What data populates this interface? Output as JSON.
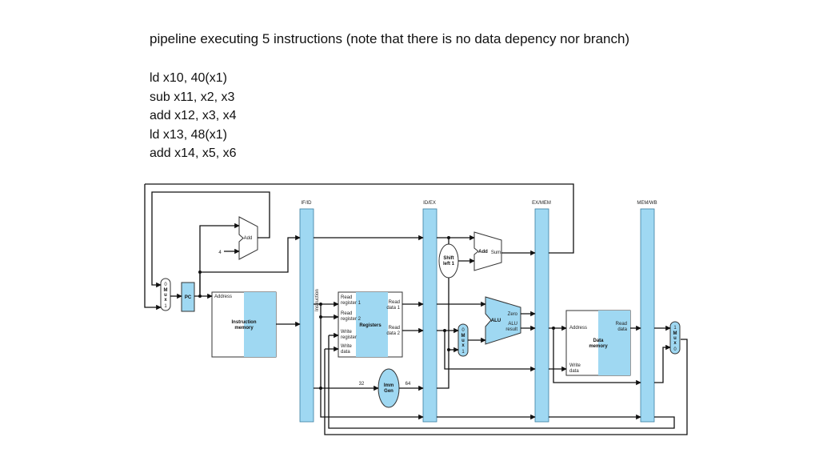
{
  "slide": {
    "title": "pipeline executing 5 instructions (note that there is no data depency nor branch)",
    "instructions": [
      "ld  x10, 40(x1)",
      "sub x11, x2, x3",
      "add x12, x3, x4",
      "ld  x13, 48(x1)",
      "add x14, x5, x6"
    ]
  },
  "diagram": {
    "pipeline_registers": [
      "IF/ID",
      "ID/EX",
      "EX/MEM",
      "MEM/WB"
    ],
    "pc": "PC",
    "add_if": "Add",
    "const_four": "4",
    "mux_if": [
      "0",
      "M",
      "u",
      "x",
      "1"
    ],
    "instr_mem": {
      "port": "Address",
      "name": [
        "Instruction",
        "memory"
      ]
    },
    "instruction_label": "Instruction",
    "regs": {
      "read1": [
        "Read",
        "register 1"
      ],
      "read2": [
        "Read",
        "register 2"
      ],
      "write_reg": [
        "Write",
        "register"
      ],
      "write_data": [
        "Write",
        "data"
      ],
      "name": "Registers",
      "out1": [
        "Read",
        "data 1"
      ],
      "out2": [
        "Read",
        "data 2"
      ]
    },
    "imm": {
      "name": [
        "Imm",
        "Gen"
      ],
      "in_bits": "32",
      "out_bits": "64"
    },
    "shift": [
      "Shift",
      "left 1"
    ],
    "add_ex": {
      "name": "Add",
      "out": "Sum"
    },
    "mux_ex": [
      "0",
      "M",
      "u",
      "x",
      "1"
    ],
    "alu": {
      "name": "ALU",
      "zero": "Zero",
      "result": [
        "ALU",
        "result"
      ]
    },
    "data_mem": {
      "address": "Address",
      "read": [
        "Read",
        "data"
      ],
      "name": [
        "Data",
        "memory"
      ],
      "write": [
        "Write",
        "data"
      ]
    },
    "mux_wb": [
      "1",
      "M",
      "u",
      "x",
      "0"
    ],
    "accent_color": "#9fd8f2"
  }
}
